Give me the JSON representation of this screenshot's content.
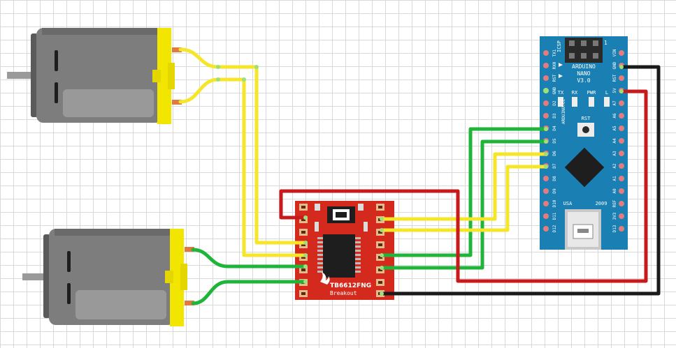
{
  "driver": {
    "chip_label": "TB6612FNG",
    "sub_label": "Breakout",
    "board_color": "#d42a1e"
  },
  "arduino": {
    "name_line1": "ARDUINO",
    "name_line2": "NANO",
    "name_line3": "V3.0",
    "icsp": "ICSP",
    "icsp_num": "1",
    "leds": [
      "TX",
      "RX",
      "PWR",
      "L"
    ],
    "rst_label": "RST",
    "usa": "USA",
    "year": "2009",
    "side_text": "ARDUINO.CC",
    "left_pins": [
      "TX1",
      "RX0",
      "RST",
      "GND",
      "D2",
      "D3",
      "D4",
      "D5",
      "D6",
      "D7",
      "D8",
      "D9",
      "D10",
      "D11",
      "D12"
    ],
    "right_pins": [
      "VIN",
      "GND",
      "RST",
      "5V",
      "A7",
      "A6",
      "A5",
      "A4",
      "A3",
      "A2",
      "A1",
      "A0",
      "REF",
      "3V3",
      "D13"
    ],
    "board_color": "#1a7fb2"
  },
  "wire_colors": {
    "yellow": "#f5e629",
    "green": "#1fb43a",
    "red": "#c81a1a",
    "black": "#1a1a1a"
  }
}
